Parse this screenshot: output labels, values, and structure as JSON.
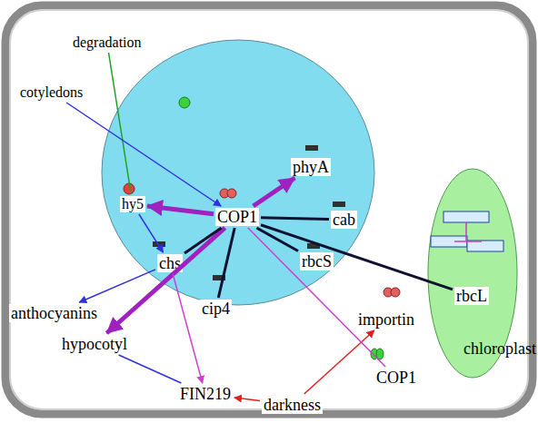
{
  "diagram": {
    "nodes": [
      {
        "text": [
          "degradation"
        ]
      },
      {
        "text": [
          "cotyledons"
        ]
      },
      {
        "text": [
          "hy5"
        ]
      },
      {
        "text": [
          "COP1"
        ]
      },
      {
        "text": [
          "phyA"
        ]
      },
      {
        "text": [
          "cab"
        ]
      },
      {
        "text": [
          "chs"
        ]
      },
      {
        "text": [
          "rbcS"
        ]
      },
      {
        "text": [
          "cip4"
        ]
      },
      {
        "text": [
          "anthocyanins"
        ]
      },
      {
        "text": [
          "hypocotyl"
        ]
      },
      {
        "text": [
          "importin"
        ]
      },
      {
        "text": [
          "chloroplast"
        ]
      },
      {
        "text": [
          "rbcL"
        ],
        "in": 12
      },
      {
        "text": [
          "FIN219"
        ]
      },
      {
        "text": [
          "COP1"
        ]
      },
      {
        "text": [
          "darkness"
        ]
      }
    ],
    "edges": [
      {
        "from": 3,
        "to": 2,
        "arrow": "to"
      },
      {
        "from": 3,
        "to": 4,
        "arrow": "to"
      },
      {
        "from": 3,
        "to": 10,
        "arrow": "to"
      },
      {
        "from": 3,
        "to": 5,
        "arrow": "none"
      },
      {
        "from": 3,
        "to": 6,
        "arrow": "none"
      },
      {
        "from": 3,
        "to": 7,
        "arrow": "none"
      },
      {
        "from": 3,
        "to": 8,
        "arrow": "none"
      },
      {
        "from": 3,
        "to": 13,
        "arrow": "none"
      },
      {
        "from": 0,
        "to": 2,
        "arrow": "none"
      },
      {
        "from": 1,
        "to": 3,
        "arrow": "to"
      },
      {
        "from": 2,
        "to": 6,
        "arrow": "to"
      },
      {
        "from": 6,
        "to": 9,
        "arrow": "to"
      },
      {
        "from": 16,
        "to": 11,
        "arrow": "to"
      },
      {
        "from": 16,
        "to": 14,
        "arrow": "to"
      },
      {
        "from": 6,
        "to": 14,
        "arrow": "to"
      },
      {
        "from": 3,
        "to": 15,
        "arrow": "none"
      },
      {
        "from": 10,
        "to": 14,
        "arrow": "none"
      }
    ]
  }
}
